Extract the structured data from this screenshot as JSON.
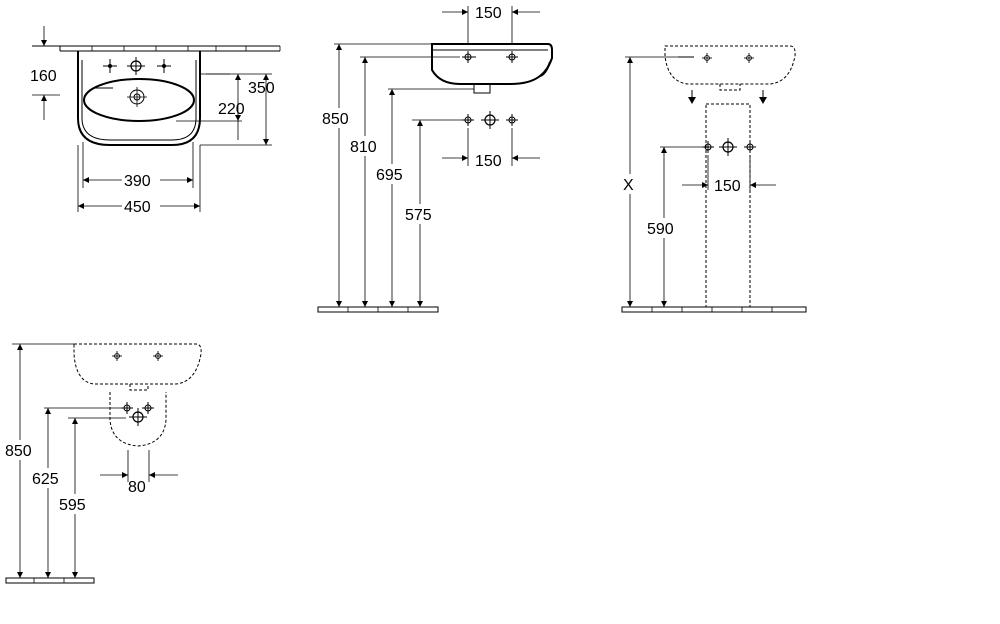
{
  "views": {
    "top": {
      "dim_160": "160",
      "dim_350": "350",
      "dim_220": "220",
      "dim_390": "390",
      "dim_450": "450"
    },
    "side": {
      "dim_150_top": "150",
      "dim_850": "850",
      "dim_810": "810",
      "dim_695": "695",
      "dim_575": "575",
      "dim_150_mid": "150"
    },
    "pedestal": {
      "dim_x": "X",
      "dim_150": "150",
      "dim_590": "590"
    },
    "half_pedestal": {
      "dim_850": "850",
      "dim_625": "625",
      "dim_595": "595",
      "dim_80": "80"
    }
  }
}
